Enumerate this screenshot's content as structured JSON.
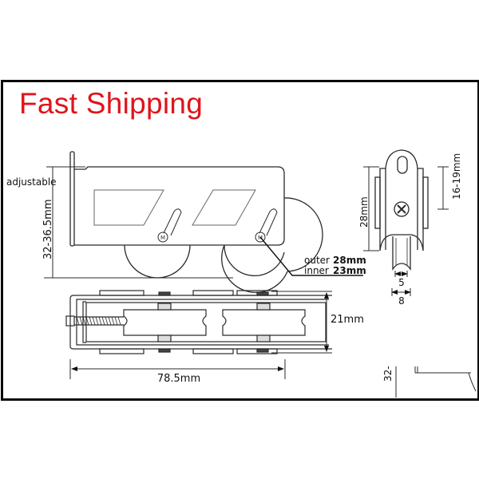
{
  "banner": {
    "headline": "Fast Shipping",
    "headline_color": "#e0141b"
  },
  "side_view": {
    "adjustable_label": "adjustable",
    "height_dimension": "32-36.5mm",
    "wheel_outer_label": "outer",
    "wheel_outer_value": "28mm",
    "wheel_inner_label": "inner",
    "wheel_inner_value": "23mm"
  },
  "end_view": {
    "height_dimension": "28mm",
    "adjust_range": "16-19mm",
    "groove_width": "5",
    "wheel_width": "8"
  },
  "top_view": {
    "width_dimension": "21mm",
    "length_dimension": "78.5mm"
  },
  "partial_view": {
    "cut_label": "32-"
  },
  "colors": {
    "line": "#2a2a2a",
    "frame": "#0a0a0a",
    "background": "#ffffff"
  }
}
